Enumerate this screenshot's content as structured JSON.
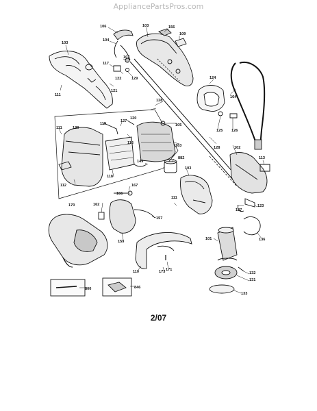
{
  "header": {
    "site": "AppliancePartsPros.com"
  },
  "footer": {
    "date": "2/07"
  },
  "parts": [
    {
      "id": "p106",
      "label": "106"
    },
    {
      "id": "p103a",
      "label": "103"
    },
    {
      "id": "p156",
      "label": "156"
    },
    {
      "id": "p103b",
      "label": "103"
    },
    {
      "id": "p104",
      "label": "104"
    },
    {
      "id": "p109",
      "label": "109"
    },
    {
      "id": "p107",
      "label": "107"
    },
    {
      "id": "p117",
      "label": "117"
    },
    {
      "id": "p122",
      "label": "122"
    },
    {
      "id": "p129",
      "label": "129"
    },
    {
      "id": "p121",
      "label": "121"
    },
    {
      "id": "p111a",
      "label": "111"
    },
    {
      "id": "p128a",
      "label": "128"
    },
    {
      "id": "p124",
      "label": "124"
    },
    {
      "id": "p164",
      "label": "164"
    },
    {
      "id": "p125",
      "label": "125"
    },
    {
      "id": "p126",
      "label": "126"
    },
    {
      "id": "p120a",
      "label": "120"
    },
    {
      "id": "p120b",
      "label": "120"
    },
    {
      "id": "p111b",
      "label": "111"
    },
    {
      "id": "p119",
      "label": "119"
    },
    {
      "id": "p127",
      "label": "127"
    },
    {
      "id": "p105",
      "label": "105"
    },
    {
      "id": "p116",
      "label": "116"
    },
    {
      "id": "p163",
      "label": "163"
    },
    {
      "id": "p128b",
      "label": "128"
    },
    {
      "id": "p102",
      "label": "102"
    },
    {
      "id": "p113",
      "label": "113"
    },
    {
      "id": "p149",
      "label": "149"
    },
    {
      "id": "p882",
      "label": "882"
    },
    {
      "id": "p103c",
      "label": "103"
    },
    {
      "id": "p112",
      "label": "112"
    },
    {
      "id": "p118",
      "label": "118"
    },
    {
      "id": "p167",
      "label": "167"
    },
    {
      "id": "p166",
      "label": "166"
    },
    {
      "id": "p111c",
      "label": "111"
    },
    {
      "id": "p137",
      "label": "137"
    },
    {
      "id": "p123",
      "label": "123"
    },
    {
      "id": "p170",
      "label": "170"
    },
    {
      "id": "p162",
      "label": "162"
    },
    {
      "id": "p157",
      "label": "157"
    },
    {
      "id": "p159",
      "label": "159"
    },
    {
      "id": "p101",
      "label": "101"
    },
    {
      "id": "p136",
      "label": "136"
    },
    {
      "id": "p132",
      "label": "132"
    },
    {
      "id": "p131",
      "label": "131"
    },
    {
      "id": "p110",
      "label": "110"
    },
    {
      "id": "p173",
      "label": "173"
    },
    {
      "id": "p171",
      "label": "171"
    },
    {
      "id": "p800",
      "label": "800"
    },
    {
      "id": "p846",
      "label": "846"
    },
    {
      "id": "p133",
      "label": "133"
    }
  ]
}
